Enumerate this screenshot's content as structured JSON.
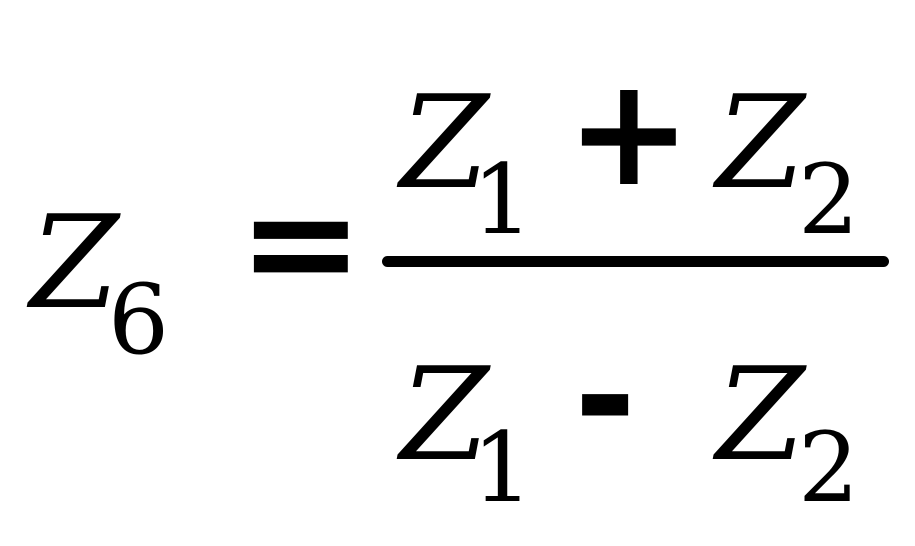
{
  "formula": {
    "lhs": {
      "variable": "Z",
      "subscript": "6"
    },
    "equals": "=",
    "numerator": {
      "term1": {
        "variable": "Z",
        "subscript": "1"
      },
      "operator": "+",
      "term2": {
        "variable": "Z",
        "subscript": "2"
      }
    },
    "denominator": {
      "term1": {
        "variable": "Z",
        "subscript": "1"
      },
      "operator": "-",
      "term2": {
        "variable": "Z",
        "subscript": "2"
      }
    }
  }
}
